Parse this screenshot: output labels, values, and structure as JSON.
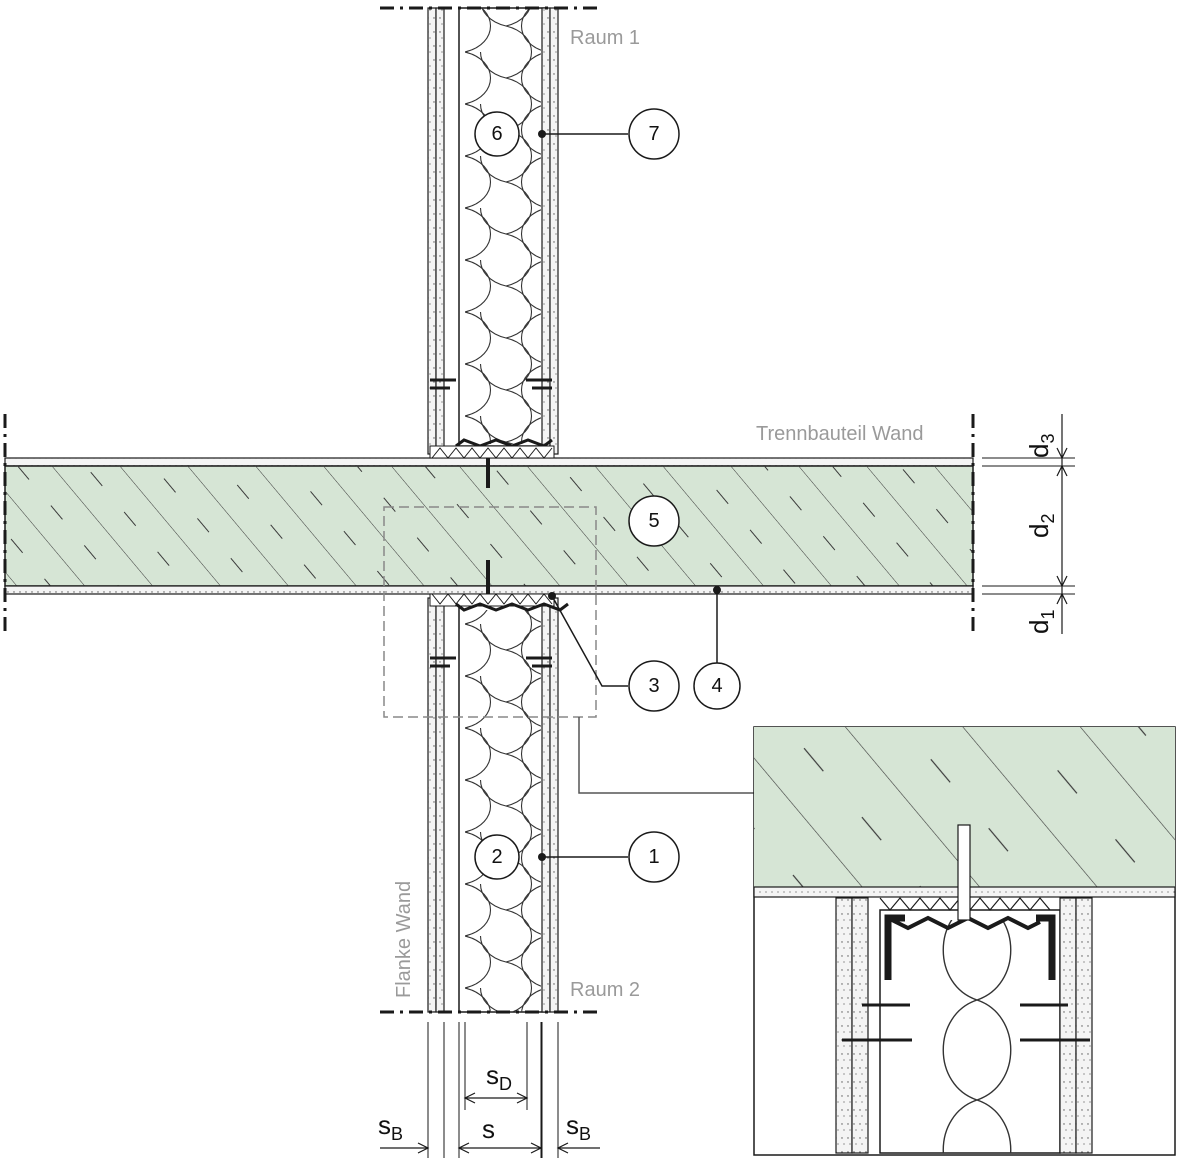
{
  "diagram": {
    "rooms": {
      "room1": "Raum 1",
      "room2": "Raum 2"
    },
    "labels": {
      "separating_wall": "Trennbauteil Wand",
      "flank_wall": "Flanke Wand"
    },
    "callouts": [
      "1",
      "2",
      "3",
      "4",
      "5",
      "6",
      "7"
    ],
    "dimensions": {
      "d1": {
        "main": "d",
        "sub": "1"
      },
      "d2": {
        "main": "d",
        "sub": "2"
      },
      "d3": {
        "main": "d",
        "sub": "3"
      },
      "sB_left": {
        "main": "s",
        "sub": "B"
      },
      "s": {
        "main": "s"
      },
      "sD": {
        "main": "s",
        "sub": "D"
      },
      "sB_right": {
        "main": "s",
        "sub": "B"
      }
    },
    "colors": {
      "concrete": "#d6e5d5",
      "line": "#1a1a1a",
      "label_gray": "#9a9a9a",
      "detail_box": "#888888"
    }
  }
}
